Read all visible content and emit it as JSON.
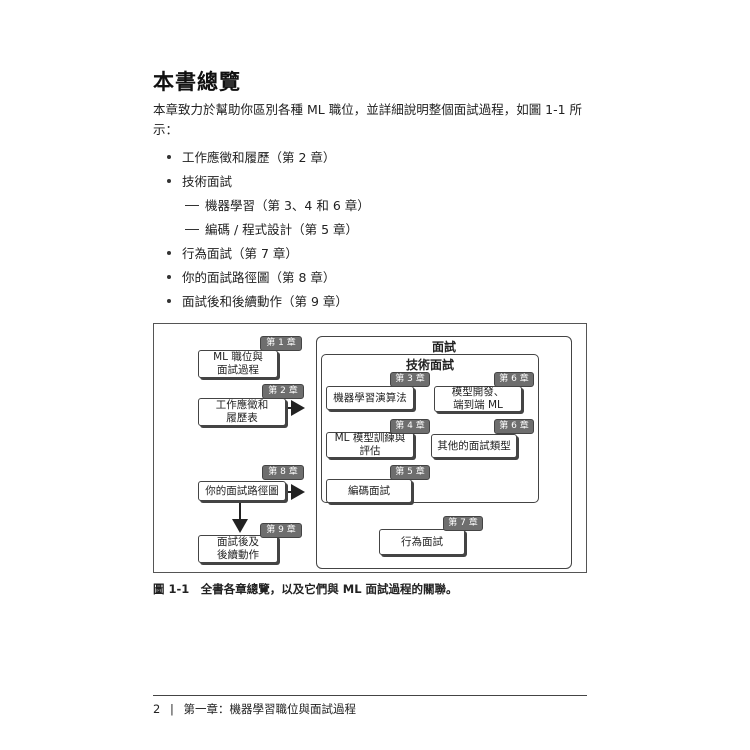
{
  "section_title": "本書總覽",
  "intro_line1": "本章致力於幫助你區別各種 ML 職位，並詳細說明整個面試過程，如圖 1-1 所",
  "intro_line2": "示：",
  "bullets": [
    "工作應徵和履歷（第 2 章）",
    "技術面試",
    "機器學習（第 3、4 和 6 章）",
    "編碼 / 程式設計（第 5 章）",
    "行為面試（第 7 章）",
    "你的面試路徑圖（第 8 章）",
    "面試後和後續動作（第 9 章）"
  ],
  "figure": {
    "interview_title": "面試",
    "technical_title": "技術面試",
    "boxes": {
      "ml_roles": "ML 職位與\n面試過程",
      "job_app": "工作應徵和\n履歷表",
      "roadmap": "你的面試路徑圖",
      "post_interview": "面試後及\n後續動作",
      "ml_algo": "機器學習演算法",
      "model_dev": "模型開發、\n端到端 ML",
      "model_train": "ML 模型訓練與\n評估",
      "other_types": "其他的面試類型",
      "coding": "編碼面試",
      "behavioral": "行為面試"
    },
    "tags": {
      "ch1": "第 1 章",
      "ch2": "第 2 章",
      "ch8": "第 8 章",
      "ch9": "第 9 章",
      "ch3": "第 3 章",
      "ch6a": "第 6 章",
      "ch4": "第 4 章",
      "ch6b": "第 6 章",
      "ch5": "第 5 章",
      "ch7": "第 7 章"
    }
  },
  "caption": "圖 1-1　全書各章總覽，以及它們與 ML 面試過程的關聯。",
  "footer": {
    "page_number": "2",
    "separator": "|",
    "chapter": "第一章：機器學習職位與面試過程"
  }
}
